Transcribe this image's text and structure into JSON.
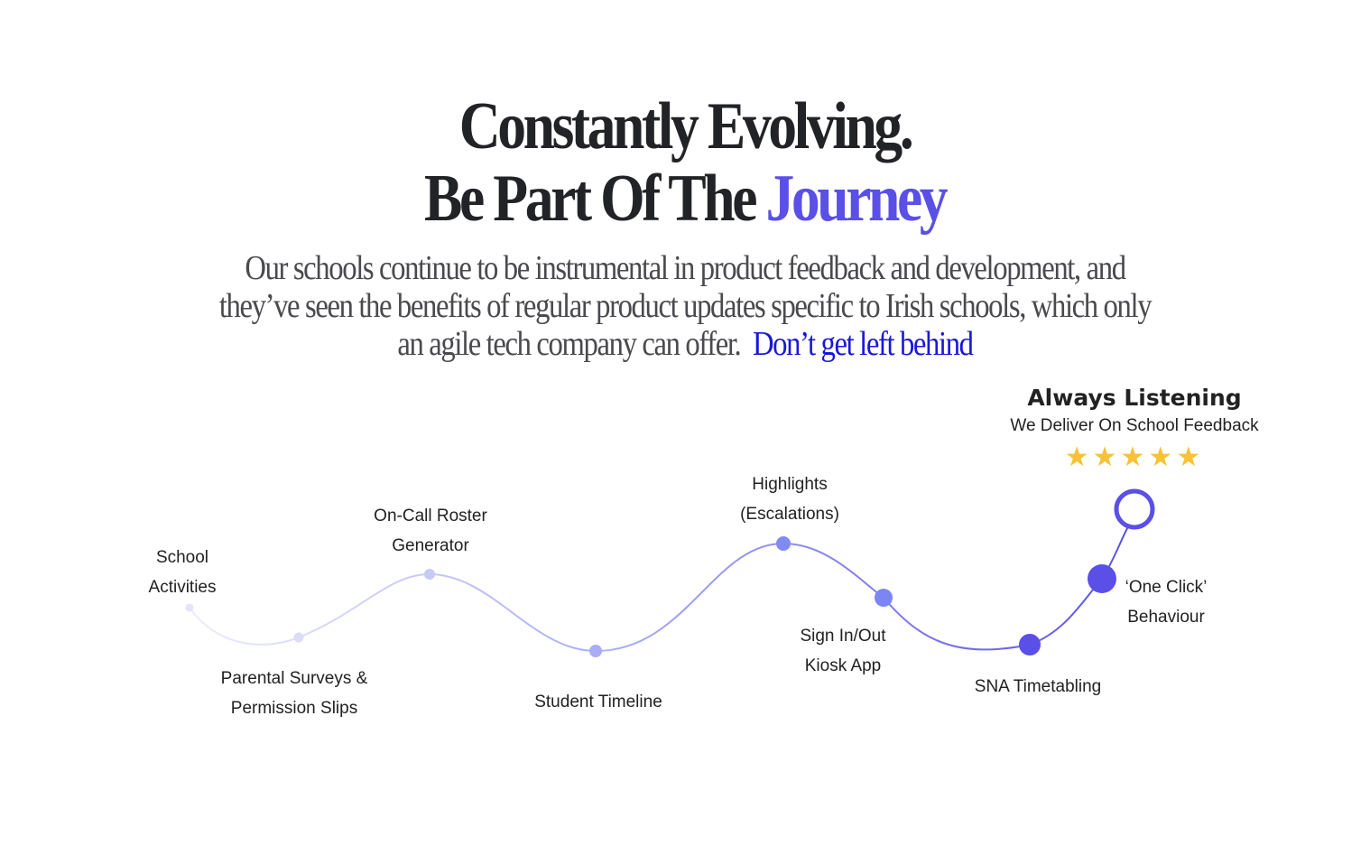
{
  "heading": {
    "line1": "Constantly Evolving.",
    "line2_prefix": "Be Part Of The",
    "line2_accent": "Journey"
  },
  "intro": {
    "line1": "Our schools continue to be instrumental in product feedback and development, and",
    "line2": "they’ve seen the benefits of regular product updates specific to Irish schools, which only",
    "line3": "an agile tech company can offer.",
    "link": "Don’t get left behind"
  },
  "highlight": {
    "title": "Always Listening",
    "subtitle": "We Deliver On School Feedback",
    "rating": 5,
    "stars": "★★★★★"
  },
  "milestones": [
    {
      "line1": "School",
      "line2": "Activities"
    },
    {
      "line1": "Parental Surveys &",
      "line2": "Permission Slips"
    },
    {
      "line1": "On-Call Roster",
      "line2": "Generator"
    },
    {
      "line1": "Student Timeline",
      "line2": ""
    },
    {
      "line1": "Highlights",
      "line2": "(Escalations)"
    },
    {
      "line1": "Sign In/Out",
      "line2": "Kiosk App"
    },
    {
      "line1": "SNA Timetabling",
      "line2": ""
    },
    {
      "line1": "‘One Click’",
      "line2": "Behaviour"
    }
  ],
  "colors": {
    "accent": "#5a4fe6",
    "link": "#1a17d8",
    "star": "#f8c136",
    "text": "#222326"
  }
}
